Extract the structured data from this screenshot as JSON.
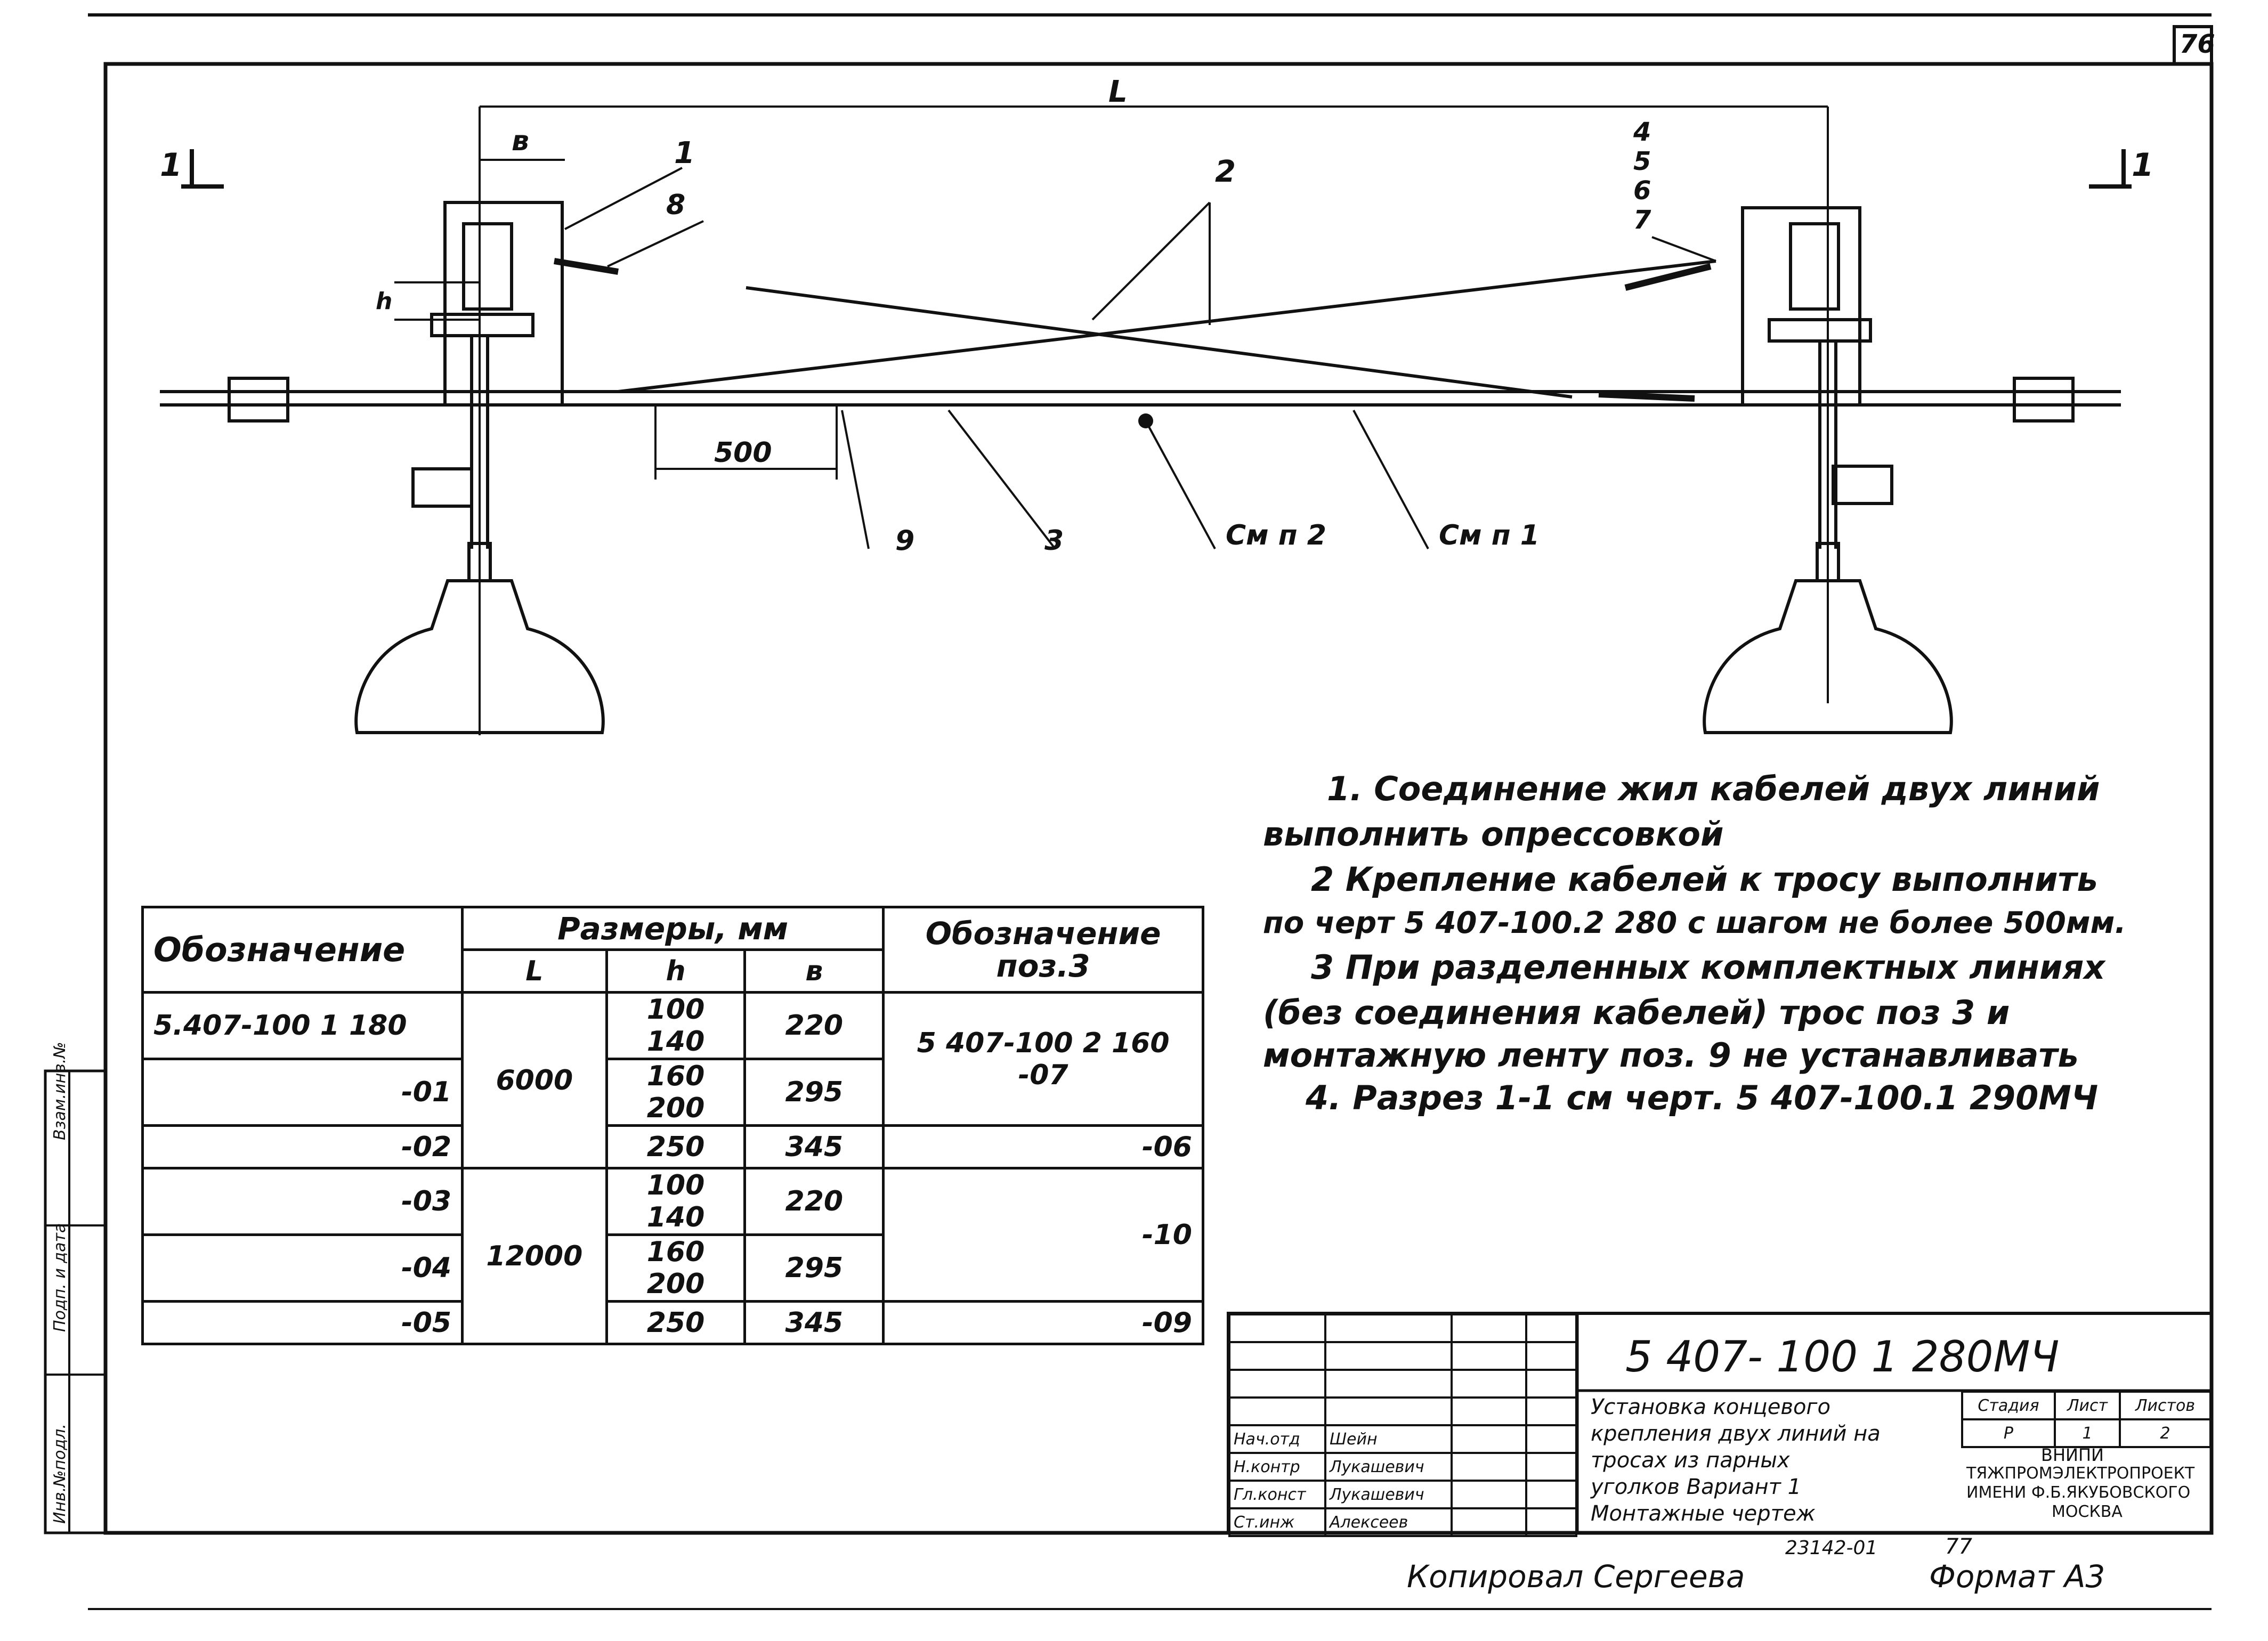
{
  "sheet": {
    "number": "76",
    "copied_by": "Копировал Сергеева",
    "format": "Формат А3",
    "bottom_code": "23142-01",
    "bottom_num": "77"
  },
  "drawing": {
    "section_left": "1",
    "section_right": "1",
    "dim_L": "L",
    "dim_b": "в",
    "dim_h": "h",
    "dim_500": "500",
    "pos": [
      "1",
      "2",
      "8",
      "4",
      "5",
      "6",
      "7"
    ],
    "callout_9": "9",
    "callout_3": "3",
    "see_p2": "См п 2",
    "see_p1": "См п 1"
  },
  "notes": [
    "1. Соединение жил кабелей двух линий",
    "выполнить опрессовкой",
    "2 Крепление кабелей к тросу выполнить",
    "по черт  5 407-100.2 280  с шагом не более 500мм.",
    "3 При разделенных комплектных линиях",
    "(без соединения кабелей) трос поз 3 и",
    "монтажную  ленту  поз. 9 не устанавливать",
    "4. Разрез  1-1  см  черт.  5 407-100.1 290МЧ"
  ],
  "spec_table": {
    "header": {
      "designation": "Обозначение",
      "sizes": "Размеры, мм",
      "L": "L",
      "h": "h",
      "b": "в",
      "pos3": "Обозначение поз.3"
    },
    "rows": [
      {
        "des": "5.407-100 1 180",
        "L": "",
        "h": "100  140",
        "b": "220",
        "pos3": ""
      },
      {
        "des": "-01",
        "L": "6000",
        "h": "160  200",
        "b": "295",
        "pos3": "5 407-100 2 160 -07"
      },
      {
        "des": "-02",
        "L": "",
        "h": "250",
        "b": "345",
        "pos3": "-06"
      },
      {
        "des": "-03",
        "L": "",
        "h": "100  140",
        "b": "220",
        "pos3": ""
      },
      {
        "des": "-04",
        "L": "12000",
        "h": "160  200",
        "b": "295",
        "pos3": "-10"
      },
      {
        "des": "-05",
        "L": "",
        "h": "250",
        "b": "345",
        "pos3": "-09"
      }
    ]
  },
  "title_block": {
    "code": "5 407- 100 1 280МЧ",
    "title": [
      "Установка концевого",
      "крепления двух линий на",
      "тросах из парных",
      "уголков  Вариант 1",
      "Монтажные чертеж"
    ],
    "stage_label": "Стадия",
    "sheet_label": "Лист",
    "sheets_label": "Листов",
    "stage": "Р",
    "sheet": "1",
    "sheets": "2",
    "org": [
      "ВНИПИ",
      "ТЯЖПРОМЭЛЕКТРОПРОЕКТ",
      "ИМЕНИ Ф.Б.ЯКУБОВСКОГО",
      "МОСКВА"
    ],
    "roles": [
      {
        "role": "Нач.отд",
        "name": "Шейн"
      },
      {
        "role": "Н.контр",
        "name": "Лукашевич"
      },
      {
        "role": "Гл.конст",
        "name": "Лукашевич"
      },
      {
        "role": "Ст.инж",
        "name": "Алексеев"
      }
    ]
  },
  "side_stamp": [
    "Взам.инв.№",
    "Подп. и дата",
    "Инв.№подл."
  ]
}
